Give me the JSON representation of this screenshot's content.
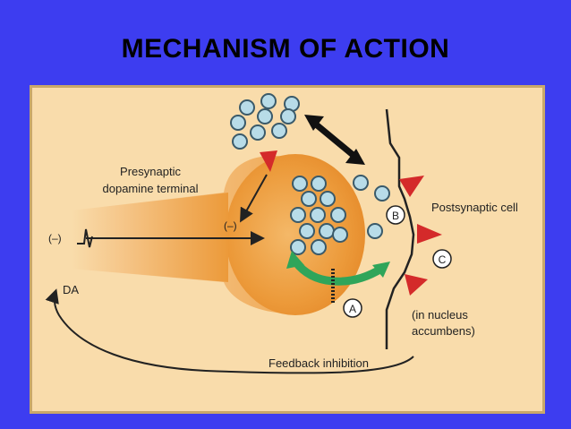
{
  "title": "MECHANISM OF ACTION",
  "labels": {
    "presynaptic_1": "Presynaptic",
    "presynaptic_2": "dopamine terminal",
    "postsynaptic": "Postsynaptic cell",
    "nucleus_1": "(in nucleus",
    "nucleus_2": "accumbens)",
    "feedback": "Feedback inhibition",
    "da": "DA",
    "minus_left": "(–)",
    "minus_right": "(–)"
  },
  "markers": {
    "a": "A",
    "b": "B",
    "c": "C"
  },
  "colors": {
    "background": "#3d3df0",
    "panel": "#f9dcab",
    "terminal": "#ec9a3a",
    "vesicle": "#b8dce8",
    "receptor": "#d42a2a",
    "transporter": "#2fa55a"
  }
}
